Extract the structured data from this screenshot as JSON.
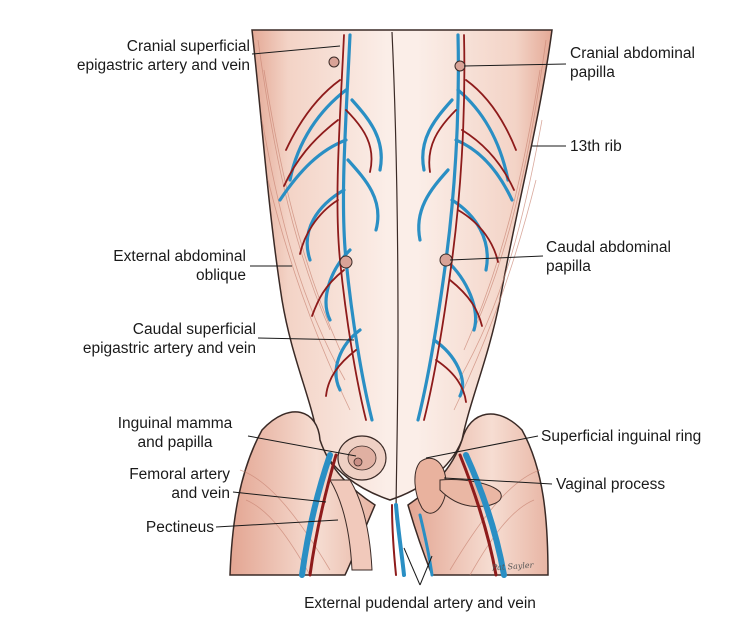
{
  "labels": {
    "cranial_superficial_epigastric": [
      "Cranial superficial",
      "epigastric artery and vein"
    ],
    "cranial_abdominal_papilla": [
      "Cranial abdominal",
      "papilla"
    ],
    "thirteenth_rib": [
      "13th rib"
    ],
    "external_abdominal_oblique": [
      "External abdominal",
      "oblique"
    ],
    "caudal_abdominal_papilla": [
      "Caudal abdominal",
      "papilla"
    ],
    "caudal_superficial_epigastric": [
      "Caudal superficial",
      "epigastric artery and vein"
    ],
    "inguinal_mamma": [
      "Inguinal mamma",
      "and papilla"
    ],
    "superficial_inguinal_ring": [
      "Superficial inguinal ring"
    ],
    "femoral_artery_vein": [
      "Femoral artery",
      "and vein"
    ],
    "vaginal_process": [
      "Vaginal process"
    ],
    "pectineus": [
      "Pectineus"
    ],
    "external_pudendal": [
      "External pudendal artery and vein"
    ]
  },
  "signature": "Pat Sayler",
  "colors": {
    "skin": "#f6ddd2",
    "skin_shadow": "#e9b9a8",
    "outline": "#3a2a26",
    "artery": "#8e1b1b",
    "vein": "#2a8fc4",
    "nipple": "#c98f86"
  }
}
